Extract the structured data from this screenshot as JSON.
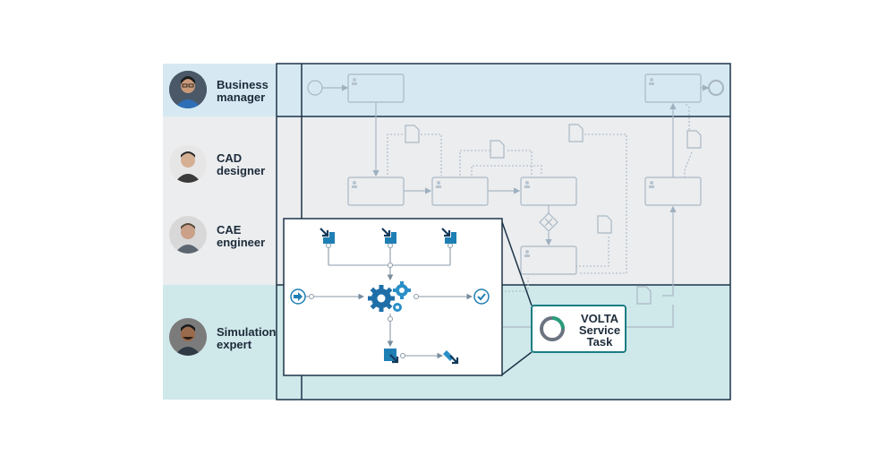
{
  "lanes": [
    {
      "id": "business",
      "line1": "Business",
      "line2": "manager",
      "color": "#d6e9f2"
    },
    {
      "id": "cad",
      "line1": "CAD",
      "line2": "designer",
      "color": "#ebedef"
    },
    {
      "id": "cae",
      "line1": "CAE",
      "line2": "engineer",
      "color": "#ebedef"
    },
    {
      "id": "sim",
      "line1": "Simulation",
      "line2": "expert",
      "color": "#cfe8ea"
    }
  ],
  "volta": {
    "line1": "VOLTA",
    "line2": "Service",
    "line3": "Task",
    "accent": "#1b7d82"
  },
  "icons": [
    "user-icon",
    "document-icon",
    "gateway-icon",
    "gears-icon",
    "input-data-icon",
    "output-data-icon",
    "start-event-icon",
    "end-event-icon"
  ],
  "colors": {
    "border": "#1d3448",
    "flow": "#aab8c4",
    "accent": "#1e7fb4",
    "dark_blue": "#14395a"
  }
}
